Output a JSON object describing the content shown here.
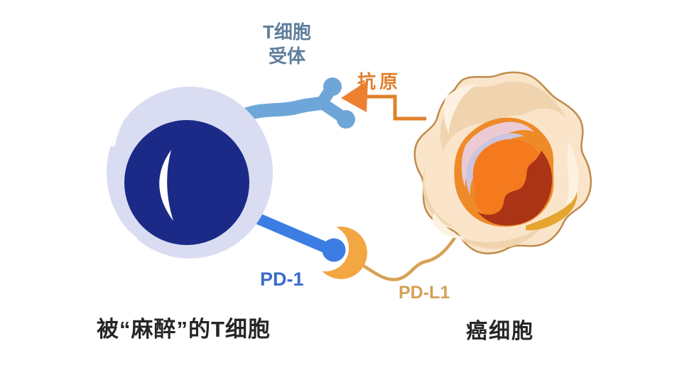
{
  "labels": {
    "t_cell_receptor_line1": "T细胞",
    "t_cell_receptor_line2": "受体",
    "antigen": "抗原",
    "pd1": "PD-1",
    "pdl1": "PD-L1",
    "t_cell_caption": "被“麻醉”的T细胞",
    "cancer_cell_caption": "癌细胞"
  },
  "colors": {
    "t_cell_body": "#daddf2",
    "t_cell_nucleus": "#1b2a87",
    "receptor_blue": "#6fa6d9",
    "pd1_blue": "#3c7de4",
    "pd1_label_blue": "#3a6bcb",
    "receptor_label_blue": "#5f7e9c",
    "antigen_line_orange": "#e0812c",
    "arrow_orange": "#ee8130",
    "pdl1_amber": "#f3a742",
    "pdl1_line_tan": "#d7a156",
    "pdl1_label_tan": "#d4a055",
    "cancer_body": "#fae5cb",
    "cancer_outline": "#c08b4a",
    "cancer_shade": "#f0d4b0",
    "cancer_highlight": "#fdf2e1",
    "nucleus_ring_orange": "#ef8a28",
    "nucleus_core_orange": "#f57a1e",
    "nucleus_dark_red": "#ab3316",
    "nucleus_pink": "#ebcad4",
    "nucleus_lavender": "#ccc5df",
    "gold_patch": "#e5a52f",
    "caption_dark": "#262626",
    "highlight_white": "#ffffff"
  }
}
